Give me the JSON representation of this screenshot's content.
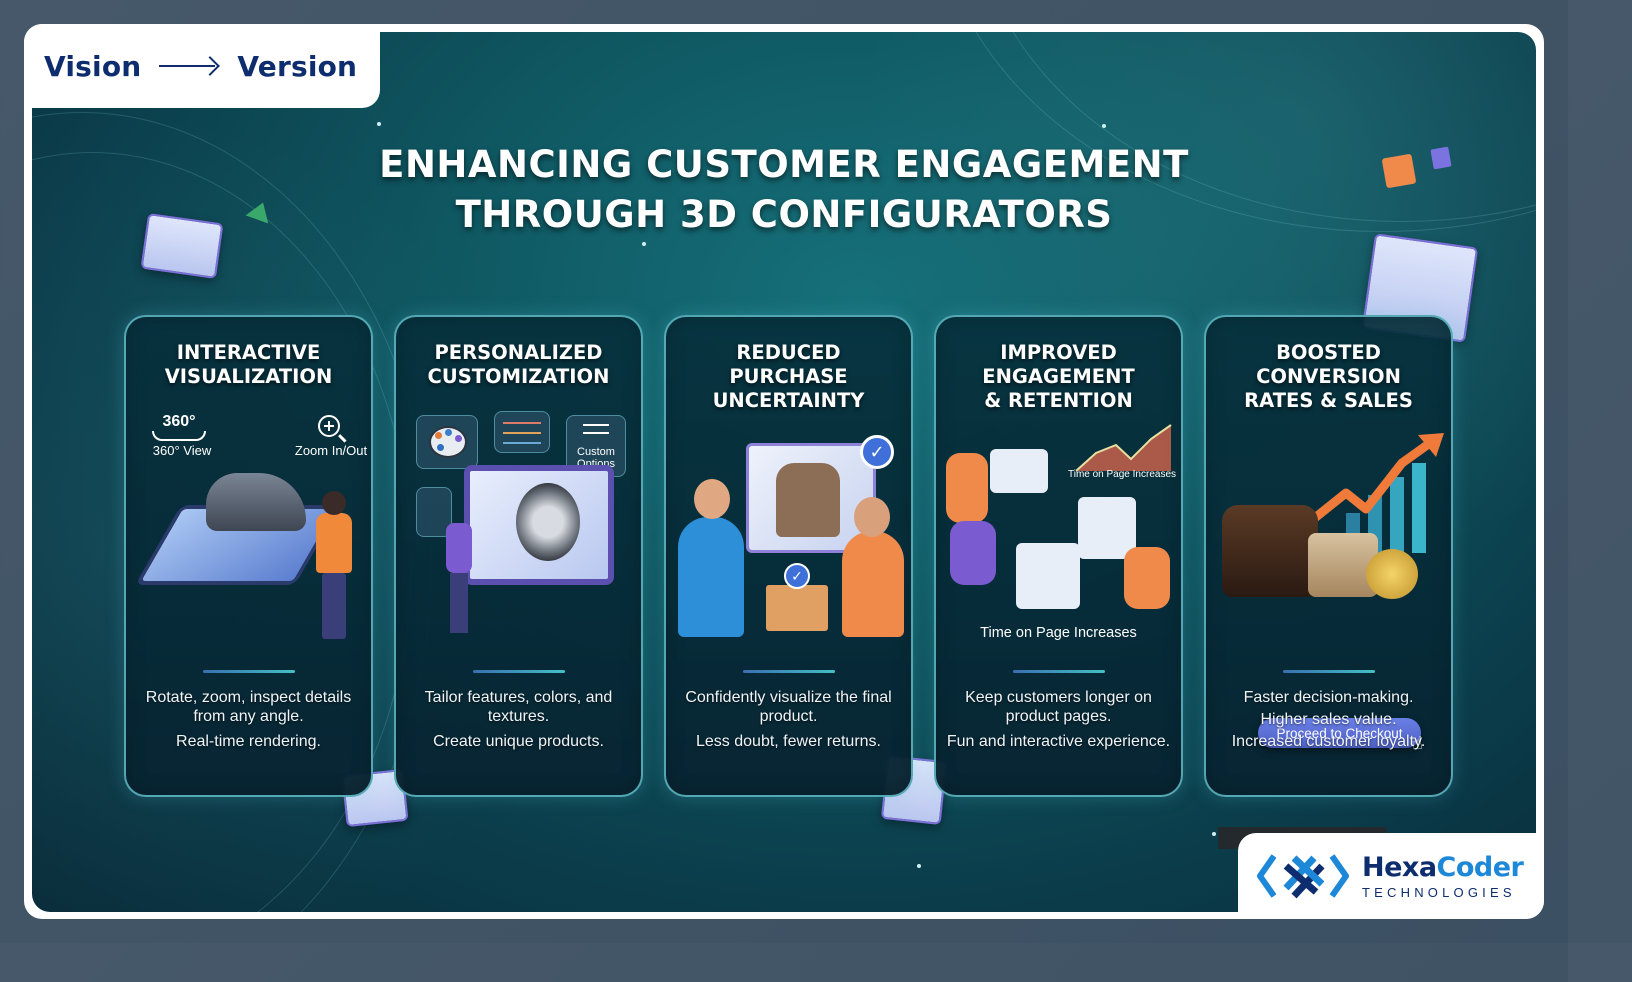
{
  "header": {
    "tag_left": "Vision",
    "tag_arrow_icon": "long-arrow-right-icon",
    "tag_right": "Version"
  },
  "title": {
    "line1": "ENHANCING CUSTOMER ENGAGEMENT",
    "line2": "THROUGH 3D CONFIGURATORS"
  },
  "colors": {
    "background": "#0f5862",
    "card_border": "#6ed2dc",
    "tag_text": "#0d2d6e",
    "logo_accent": "#1e88d8",
    "button": "#5a6ed6",
    "divider_start": "#3a6fb0",
    "divider_end": "#43c0c4"
  },
  "cards": [
    {
      "title_line1": "INTERACTIVE",
      "title_line2": "VISUALIZATION",
      "title_line3": "",
      "icons": [
        {
          "name": "rotate-360-icon",
          "label": "360° View",
          "glyph": "360°"
        },
        {
          "name": "zoom-in-icon",
          "label": "Zoom In/Out"
        }
      ],
      "desc": [
        "Rotate, zoom, inspect details from any angle.",
        "Real-time rendering."
      ]
    },
    {
      "title_line1": "PERSONALIZED",
      "title_line2": "CUSTOMIZATION",
      "title_line3": "",
      "chips": [
        "palette-icon",
        "sliders-icon",
        "custom-options-icon",
        "swatch-icon"
      ],
      "custom_options_label": "Custom Options",
      "desc": [
        "Tailor features, colors, and textures.",
        "Create unique products."
      ]
    },
    {
      "title_line1": "REDUCED",
      "title_line2": "PURCHASE",
      "title_line3": "UNCERTAINTY",
      "desc": [
        "Confidently visualize the final product.",
        "Less doubt, fewer returns."
      ]
    },
    {
      "title_line1": "IMPROVED",
      "title_line2": "ENGAGEMENT",
      "title_line3": "& RETENTION",
      "chart_caption": "Time on Page Increases",
      "illustration_caption": "Time on Page Increases",
      "desc": [
        "Keep customers longer on product pages.",
        "Fun and interactive experience."
      ]
    },
    {
      "title_line1": "BOOSTED",
      "title_line2": "CONVERSION",
      "title_line3": "RATES & SALES",
      "button_label": "Proceed to Checkout",
      "desc": [
        "Faster decision-making.",
        "Higher sales value.",
        "Increased customer loyalty."
      ]
    }
  ],
  "logo": {
    "name_part1": "Hexa",
    "name_part2": "Coder",
    "subtitle": "TECHNOLOGIES",
    "icon": "hexacoder-logo-icon"
  }
}
